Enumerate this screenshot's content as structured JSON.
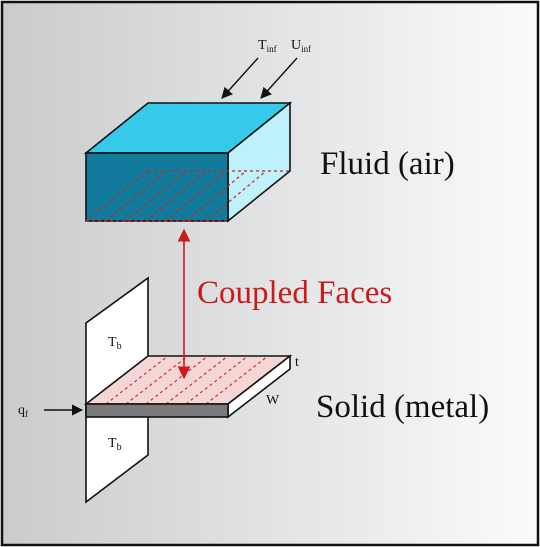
{
  "labels": {
    "fluid": "Fluid (air)",
    "solid": "Solid (metal)",
    "coupled": "Coupled Faces",
    "t_inf_main": "T",
    "t_inf_sub": "inf",
    "u_inf_main": "U",
    "u_inf_sub": "inf",
    "tb_top_main": "T",
    "tb_top_sub": "b",
    "tb_bottom_main": "T",
    "tb_bottom_sub": "b",
    "qf_main": "q",
    "qf_sub": "f",
    "thickness": "t",
    "width": "W"
  },
  "colors": {
    "coupled_text": "#cc1a1a",
    "arrow": "#cc1a1a",
    "fluid_front": "#127a9c",
    "fluid_top": "#35c9ea",
    "fluid_side": "#bff1fb",
    "solid_top": "#f4d6d6",
    "solid_edge": "#7a7a7a",
    "dashed": "#cc2020"
  }
}
